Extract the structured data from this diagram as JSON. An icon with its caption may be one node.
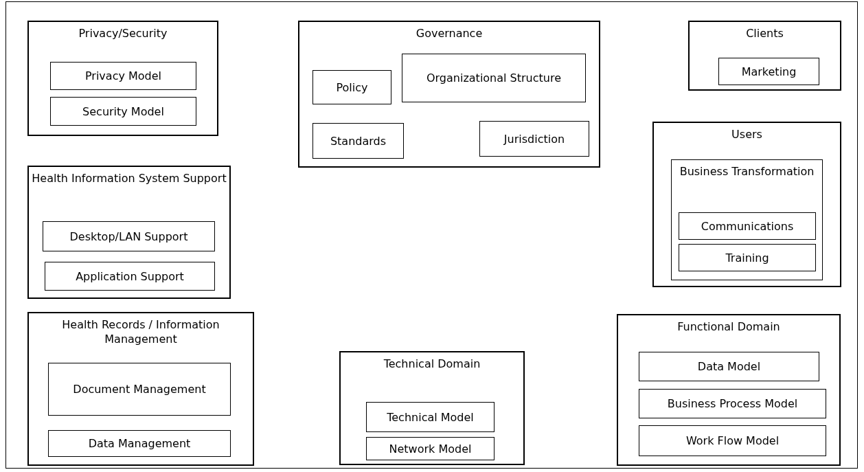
{
  "diagram": {
    "nodes": [
      {
        "text": [
          "Privacy/Security"
        ]
      },
      {
        "text": [
          "Privacy Model"
        ],
        "in": 0
      },
      {
        "text": [
          "Security Model"
        ],
        "in": 0
      },
      {
        "text": [
          "Governance"
        ]
      },
      {
        "text": [
          "Policy"
        ],
        "in": 3
      },
      {
        "text": [
          "Organizational Structure"
        ],
        "in": 3
      },
      {
        "text": [
          "Standards"
        ],
        "in": 3
      },
      {
        "text": [
          "Jurisdiction"
        ],
        "in": 3
      },
      {
        "text": [
          "Clients"
        ]
      },
      {
        "text": [
          "Marketing"
        ],
        "in": 8
      },
      {
        "text": [
          "Health Information System Support"
        ]
      },
      {
        "text": [
          "Desktop/LAN Support"
        ],
        "in": 10
      },
      {
        "text": [
          "Application Support"
        ],
        "in": 10
      },
      {
        "text": [
          "Users"
        ]
      },
      {
        "text": [
          "Business Transformation"
        ],
        "in": 13
      },
      {
        "text": [
          "Communications"
        ],
        "in": 14
      },
      {
        "text": [
          "Training"
        ],
        "in": 14
      },
      {
        "text": [
          "Health Records / Information Management"
        ]
      },
      {
        "text": [
          "Document Management"
        ],
        "in": 17
      },
      {
        "text": [
          "Data Management"
        ],
        "in": 17
      },
      {
        "text": [
          "Technical Domain"
        ]
      },
      {
        "text": [
          "Technical Model"
        ],
        "in": 20
      },
      {
        "text": [
          "Network Model"
        ],
        "in": 20
      },
      {
        "text": [
          "Functional Domain"
        ]
      },
      {
        "text": [
          "Data Model"
        ],
        "in": 23
      },
      {
        "text": [
          "Business Process Model"
        ],
        "in": 23
      },
      {
        "text": [
          "Work Flow Model"
        ],
        "in": 23
      }
    ]
  }
}
